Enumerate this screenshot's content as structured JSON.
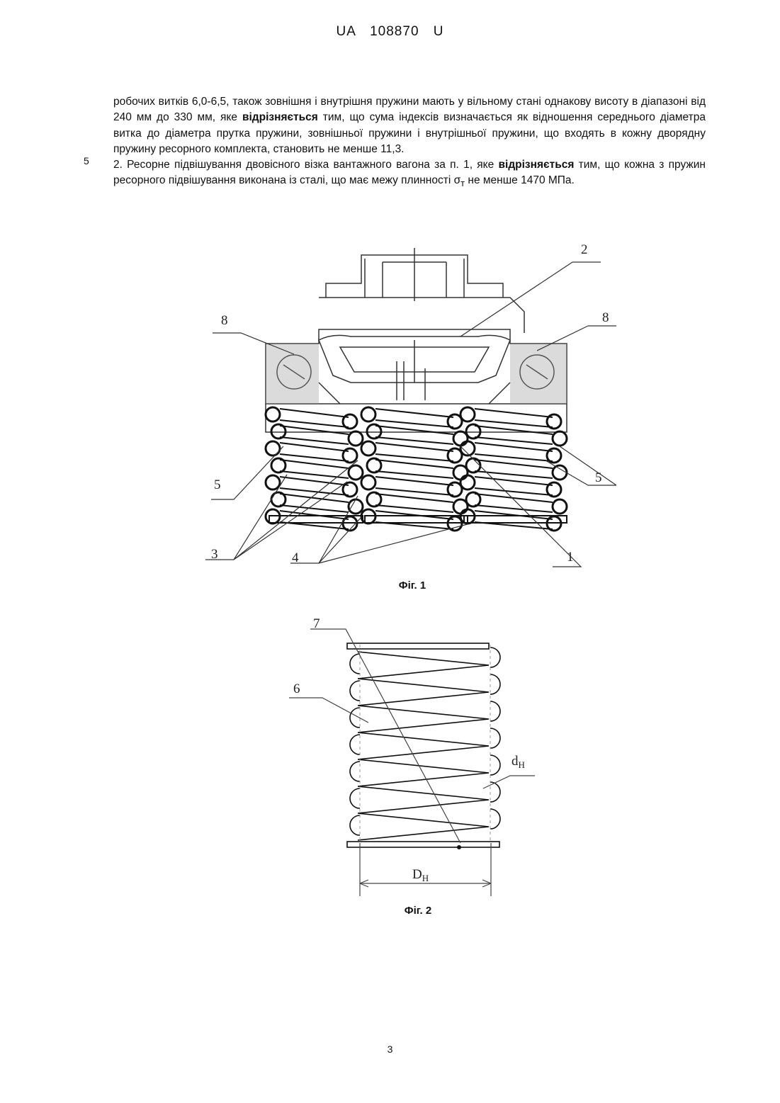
{
  "header": {
    "office": "UA",
    "number": "108870",
    "kind": "U"
  },
  "line_number": "5",
  "paragraphs": [
    {
      "pre": "робочих витків 6,0-6,5, також зовнішня і внутрішня пружини мають у вільному стані однакову висоту в діапазоні від 240 мм до 330 мм, яке ",
      "bold": "відрізняється",
      "post": " тим, що сума індексів визначається як відношення середнього діаметра витка до діаметра прутка пружини, зовнішньої пружини і внутрішньої пружини, що входять в кожну дворядну пружину ресорного комплекта, становить не менше 11,3."
    },
    {
      "pre": "2. Ресорне підвішування двовісного візка вантажного вагона за п. 1, яке ",
      "bold": "відрізняється",
      "post_a": " тим, що кожна з пружин ресорного підвішування виконана із сталі, що має межу плинності σ",
      "sub": "т",
      "post_b": " не менше 1470 МПа."
    }
  ],
  "figure1": {
    "caption": "Фіг. 1",
    "labels": {
      "l1": "1",
      "l2": "2",
      "l3": "3",
      "l4": "4",
      "l5_left": "5",
      "l5_right": "5",
      "l8_left": "8",
      "l8_right": "8"
    }
  },
  "figure2": {
    "caption": "Фіг. 2",
    "labels": {
      "l6": "6",
      "l7": "7",
      "d_wire": "d",
      "d_wire_sub": "Н",
      "d_coil": "D",
      "d_coil_sub": "Н"
    }
  },
  "page_number": "3"
}
